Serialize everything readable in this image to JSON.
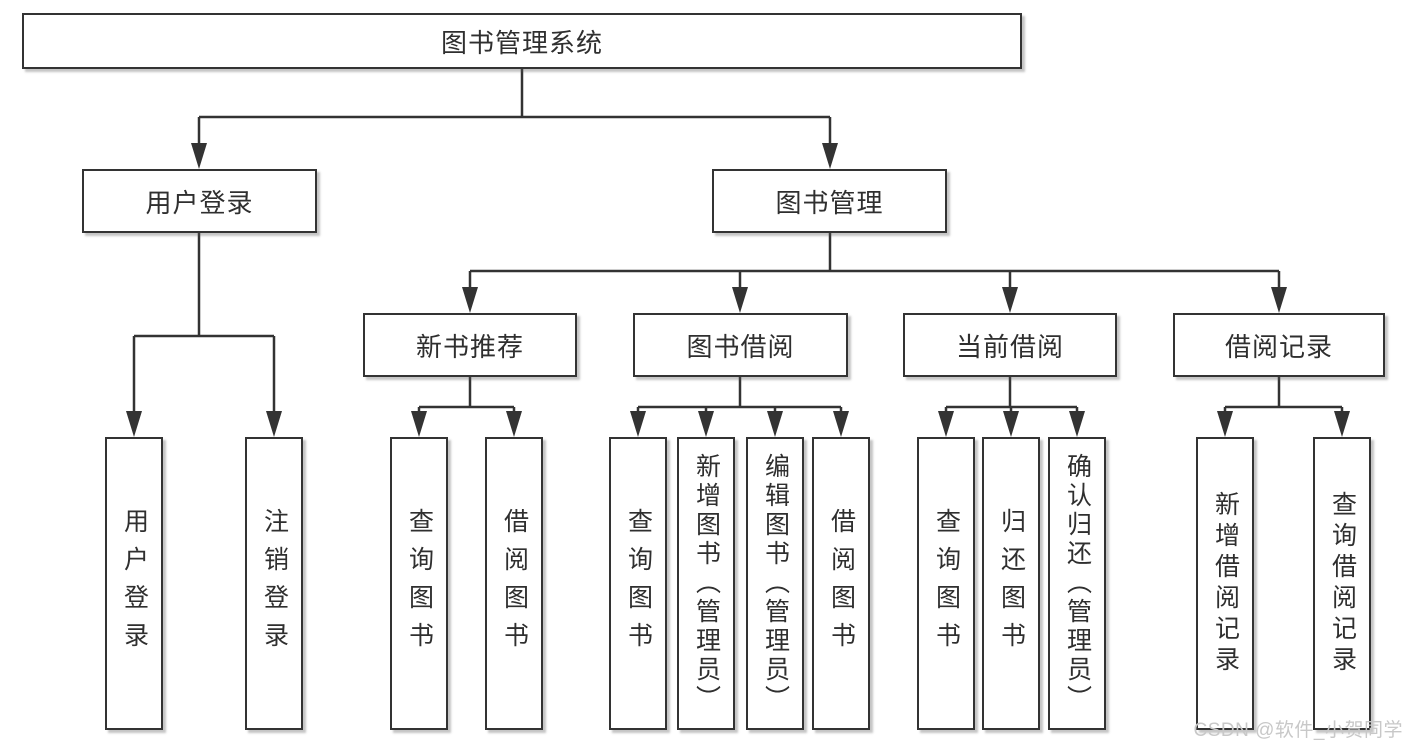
{
  "page": {
    "background_color": "#ffffff",
    "line_color": "#333333",
    "box_fill": "#ffffff",
    "text_color": "#2f2f2f"
  },
  "diagram": {
    "root": {
      "label": "图书管理系统"
    },
    "branches": [
      {
        "label": "用户登录",
        "children": [
          {
            "label": "用户登录"
          },
          {
            "label": "注销登录"
          }
        ]
      },
      {
        "label": "图书管理",
        "children": [
          {
            "label": "新书推荐",
            "children": [
              {
                "label": "查询图书"
              },
              {
                "label": "借阅图书"
              }
            ]
          },
          {
            "label": "图书借阅",
            "children": [
              {
                "label": "查询图书"
              },
              {
                "label": "新增图书（管理员）"
              },
              {
                "label": "编辑图书（管理员）"
              },
              {
                "label": "借阅图书"
              }
            ]
          },
          {
            "label": "当前借阅",
            "children": [
              {
                "label": "查询图书"
              },
              {
                "label": "归还图书"
              },
              {
                "label": "确认归还（管理员）"
              }
            ]
          },
          {
            "label": "借阅记录",
            "children": [
              {
                "label": "新增借阅记录"
              },
              {
                "label": "查询借阅记录"
              }
            ]
          }
        ]
      }
    ]
  },
  "watermark": {
    "text": "CSDN @软件_小贺同学",
    "color": "#c8c8c8"
  }
}
